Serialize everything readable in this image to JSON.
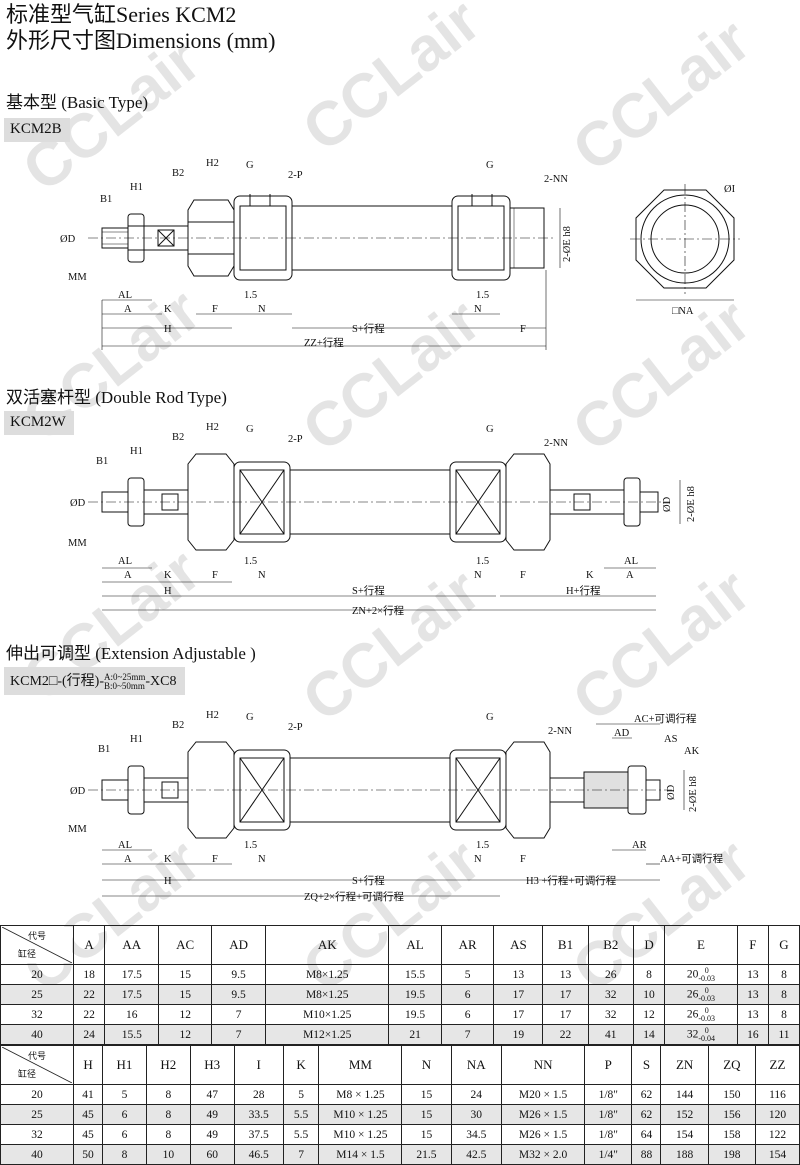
{
  "header": {
    "line1": "标准型气缸Series KCM2",
    "line2": "外形尺寸图Dimensions (mm)"
  },
  "sections": [
    {
      "heading": "基本型 (Basic Type)",
      "model": "KCM2B"
    },
    {
      "heading": "双活塞杆型 (Double Rod Type)",
      "model": "KCM2W"
    },
    {
      "heading": "伸出可调型 (Extension Adjustable )",
      "model_prefix": "KCM2□-(行程)-",
      "model_a": "A:0~25mm",
      "model_b": "B:0~50mm",
      "model_suffix": "-XC8"
    }
  ],
  "watermark": "CCLair",
  "drawing_labels": {
    "basic": [
      "B1",
      "H1",
      "B2",
      "H2",
      "G",
      "2-P",
      "G",
      "2-NN",
      "ØD",
      "MM",
      "AL",
      "A",
      "K",
      "H",
      "F",
      "1.5",
      "N",
      "1.5",
      "N",
      "F",
      "S+行程",
      "ZZ+行程",
      "2-ØE h8",
      "ØI",
      "□NA"
    ],
    "double": [
      "B1",
      "H1",
      "B2",
      "H2",
      "G",
      "2-P",
      "G",
      "2-NN",
      "ØD",
      "MM",
      "AL",
      "A",
      "K",
      "H",
      "F",
      "1.5",
      "N",
      "1.5",
      "N",
      "F",
      "K",
      "AL",
      "A",
      "S+行程",
      "H+行程",
      "ZN+2×行程",
      "ØD",
      "2-ØE h8"
    ],
    "ext": [
      "B1",
      "H1",
      "B2",
      "H2",
      "G",
      "2-P",
      "G",
      "2-NN",
      "AC+可调行程",
      "AD",
      "AS",
      "AK",
      "ØD",
      "MM",
      "AL",
      "A",
      "K",
      "H",
      "F",
      "1.5",
      "N",
      "1.5",
      "N",
      "F",
      "AR",
      "AA+可调行程",
      "S+行程",
      "H3 +行程+可调行程",
      "ZQ+2×行程+可调行程",
      "ØD",
      "2-ØE h8"
    ]
  },
  "table1": {
    "corner_top": "代号",
    "corner_bottom": "缸径",
    "headers": [
      "A",
      "AA",
      "AC",
      "AD",
      "AK",
      "AL",
      "AR",
      "AS",
      "B1",
      "B2",
      "D",
      "E",
      "F",
      "G"
    ],
    "rows": [
      {
        "bore": "20",
        "cells": [
          "18",
          "17.5",
          "15",
          "9.5",
          "M8×1.25",
          "15.5",
          "5",
          "13",
          "13",
          "26",
          "8",
          "20",
          "13",
          "8"
        ],
        "e_sup": "0",
        "e_sub": "-0.03"
      },
      {
        "bore": "25",
        "cells": [
          "22",
          "17.5",
          "15",
          "9.5",
          "M8×1.25",
          "19.5",
          "6",
          "17",
          "17",
          "32",
          "10",
          "26",
          "13",
          "8"
        ],
        "e_sup": "0",
        "e_sub": "-0.03"
      },
      {
        "bore": "32",
        "cells": [
          "22",
          "16",
          "12",
          "7",
          "M10×1.25",
          "19.5",
          "6",
          "17",
          "17",
          "32",
          "12",
          "26",
          "13",
          "8"
        ],
        "e_sup": "0",
        "e_sub": "-0.03"
      },
      {
        "bore": "40",
        "cells": [
          "24",
          "15.5",
          "12",
          "7",
          "M12×1.25",
          "21",
          "7",
          "19",
          "22",
          "41",
          "14",
          "32",
          "16",
          "11"
        ],
        "e_sup": "0",
        "e_sub": "-0.04"
      }
    ]
  },
  "table2": {
    "corner_top": "代号",
    "corner_bottom": "缸径",
    "headers": [
      "H",
      "H1",
      "H2",
      "H3",
      "I",
      "K",
      "MM",
      "N",
      "NA",
      "NN",
      "P",
      "S",
      "ZN",
      "ZQ",
      "ZZ"
    ],
    "rows": [
      {
        "bore": "20",
        "cells": [
          "41",
          "5",
          "8",
          "47",
          "28",
          "5",
          "M8 × 1.25",
          "15",
          "24",
          "M20 × 1.5",
          "1/8\"",
          "62",
          "144",
          "150",
          "116"
        ]
      },
      {
        "bore": "25",
        "cells": [
          "45",
          "6",
          "8",
          "49",
          "33.5",
          "5.5",
          "M10 × 1.25",
          "15",
          "30",
          "M26 × 1.5",
          "1/8\"",
          "62",
          "152",
          "156",
          "120"
        ]
      },
      {
        "bore": "32",
        "cells": [
          "45",
          "6",
          "8",
          "49",
          "37.5",
          "5.5",
          "M10 × 1.25",
          "15",
          "34.5",
          "M26 × 1.5",
          "1/8\"",
          "64",
          "154",
          "158",
          "122"
        ]
      },
      {
        "bore": "40",
        "cells": [
          "50",
          "8",
          "10",
          "60",
          "46.5",
          "7",
          "M14 × 1.5",
          "21.5",
          "42.5",
          "M32 × 2.0",
          "1/4\"",
          "88",
          "188",
          "198",
          "154"
        ]
      }
    ]
  }
}
